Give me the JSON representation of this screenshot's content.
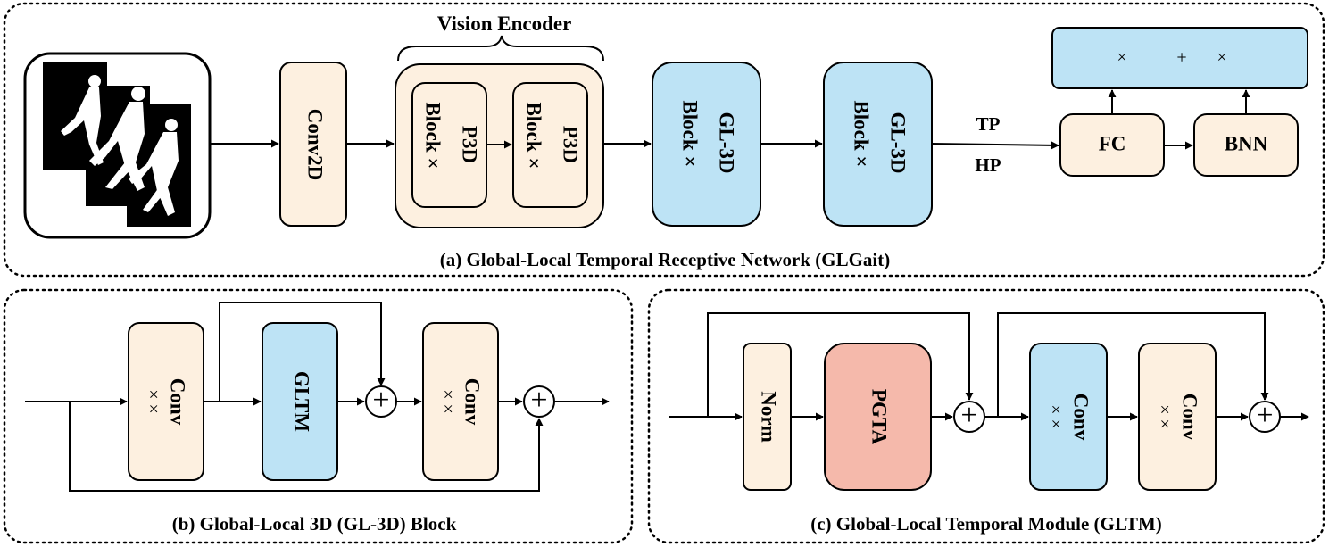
{
  "colors": {
    "beige": "#fdf0e0",
    "blue": "#bde3f5",
    "salmon": "#f5b9ab",
    "stroke": "#000000"
  },
  "panel_a": {
    "caption": "(a) Global-Local Temporal Receptive Network (GLGait)",
    "input_icon": "gait-silhouette-sequence-icon",
    "conv2d": "Conv2D",
    "vision_encoder": "Vision Encoder",
    "p3d_block": {
      "name": "P3D",
      "suffix": "Block ×"
    },
    "gl3d_block": {
      "name": "GL-3D",
      "suffix": "Block ×"
    },
    "tp": "TP",
    "hp": "HP",
    "fc": "FC",
    "bnn": "BNN",
    "loss": {
      "mul1": "×",
      "plus": "+",
      "mul2": "×"
    }
  },
  "panel_b": {
    "caption": "(b) Global-Local 3D (GL-3D) Block",
    "conv_label": "Conv",
    "conv_sym": "× ×",
    "gltm": "GLTM",
    "plus": "+"
  },
  "panel_c": {
    "caption": "(c) Global-Local Temporal Module (GLTM)",
    "norm": "Norm",
    "pgta": "PGTA",
    "conv_label": "Conv",
    "conv_sym": "× ×",
    "plus": "+"
  }
}
